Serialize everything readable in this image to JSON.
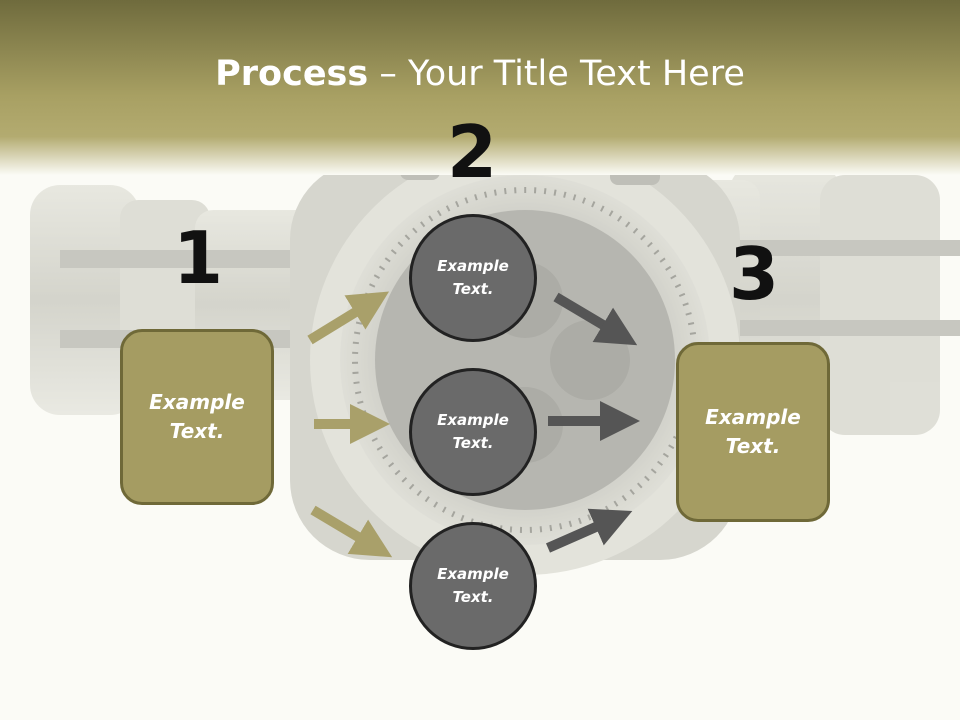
{
  "slide": {
    "title_bold": "Process",
    "title_rest": " – Your Title Text Here",
    "step_numbers": [
      "1",
      "2",
      "3"
    ],
    "left_box_text": "Example Text.",
    "right_box_text": "Example Text.",
    "circles": [
      {
        "text": "Example Text."
      },
      {
        "text": "Example Text."
      },
      {
        "text": "Example Text."
      }
    ]
  },
  "colors": {
    "header_band": "#a39a5e",
    "box_fill": "#a59c62",
    "box_border": "#6f6938",
    "circle_fill": "#6a6a6a",
    "circle_border": "#222222",
    "arrow_gold": "#a9a06a",
    "arrow_gray": "#555555",
    "number_text": "#111111"
  },
  "background_image": "wristwatch-photo"
}
